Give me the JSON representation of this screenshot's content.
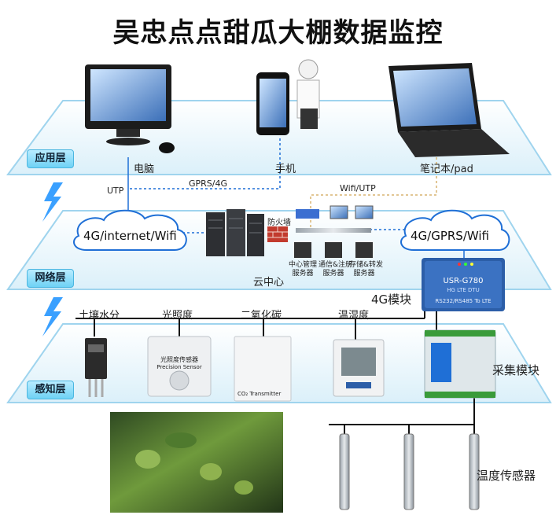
{
  "title": "吴忠点点甜瓜大棚数据监控",
  "layers": {
    "application": "应用层",
    "network": "网络层",
    "perception": "感知层"
  },
  "devices": {
    "pc": "电脑",
    "phone": "手机",
    "laptop": "笔记本/pad"
  },
  "links": {
    "utp": "UTP",
    "gprs4g": "GPRS/4G",
    "wifi_utp": "Wifi/UTP"
  },
  "clouds": {
    "left": "4G/internet/Wifi",
    "right": "4G/GPRS/Wifi"
  },
  "network_items": {
    "firewall": "防火墙",
    "cloud_center": "云中心",
    "server1": "中心管理\n服务器",
    "server2": "通信&注册\n服务器",
    "server3": "存储&转发\n服务器"
  },
  "modules": {
    "module_4g": "4G模块",
    "module_4g_brand": "USR-G780",
    "module_4g_sub": "HG LTE DTU",
    "module_4g_port": "RS232/RS485 To LTE",
    "collector": "采集模块"
  },
  "sensors": {
    "soil": "土壤水分",
    "light": "光照度",
    "co2": "二氧化碳",
    "temp_hum": "温湿度",
    "temp_sensor": "温度传感器",
    "light_box_text": "光照度传感器",
    "light_box_sub": "Precision Sensor",
    "co2_box_text": "CO₂ Transmitter"
  },
  "colors": {
    "accent": "#1f6fd6",
    "plane_edge": "#9fd4ee",
    "badge": "#6ed2f5",
    "lightning": "#3aa0ff"
  }
}
